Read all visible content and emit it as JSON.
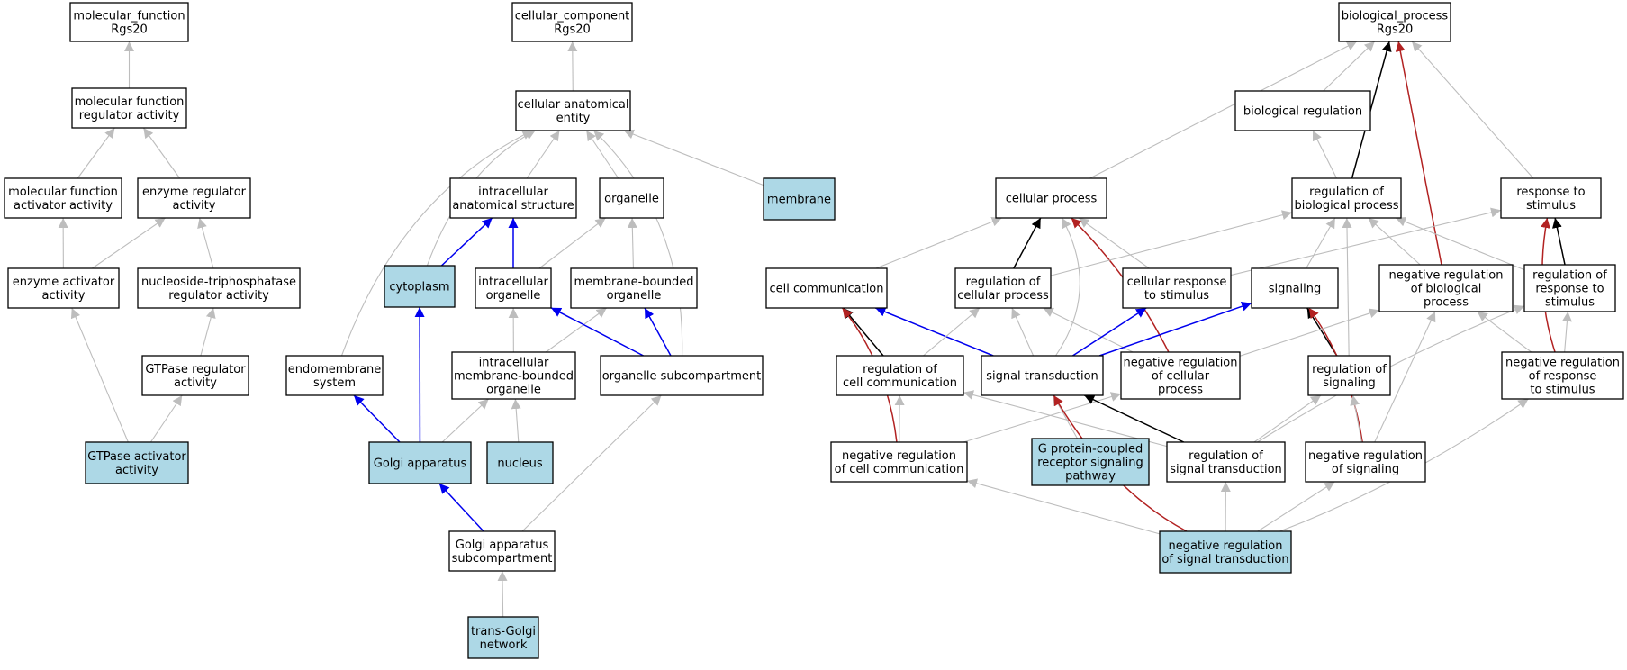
{
  "colors": {
    "background": "#ffffff",
    "node_border": "#000000",
    "highlight_fill": "#add8e6",
    "edge_gray": "#bdbdbd",
    "edge_black": "#000000",
    "edge_blue": "#0000ee",
    "edge_red": "#b22222"
  },
  "nodes": [
    {
      "id": "mf_root",
      "lines": [
        "molecular_function",
        "Rgs20"
      ],
      "highlight": false
    },
    {
      "id": "mf_reg",
      "lines": [
        "molecular function",
        "regulator activity"
      ],
      "highlight": false
    },
    {
      "id": "mf_act",
      "lines": [
        "molecular function",
        "activator activity"
      ],
      "highlight": false
    },
    {
      "id": "enz_reg",
      "lines": [
        "enzyme regulator",
        "activity"
      ],
      "highlight": false
    },
    {
      "id": "enz_act",
      "lines": [
        "enzyme activator",
        "activity"
      ],
      "highlight": false
    },
    {
      "id": "ntp_reg",
      "lines": [
        "nucleoside-triphosphatase",
        "regulator activity"
      ],
      "highlight": false
    },
    {
      "id": "gtp_reg",
      "lines": [
        "GTPase regulator",
        "activity"
      ],
      "highlight": false
    },
    {
      "id": "gtp_act",
      "lines": [
        "GTPase activator",
        "activity"
      ],
      "highlight": true
    },
    {
      "id": "cc_root",
      "lines": [
        "cellular_component",
        "Rgs20"
      ],
      "highlight": false
    },
    {
      "id": "cae",
      "lines": [
        "cellular anatomical",
        "entity"
      ],
      "highlight": false
    },
    {
      "id": "ias",
      "lines": [
        "intracellular",
        "anatomical structure"
      ],
      "highlight": false
    },
    {
      "id": "organelle",
      "lines": [
        "organelle"
      ],
      "highlight": false
    },
    {
      "id": "membrane",
      "lines": [
        "membrane"
      ],
      "highlight": true
    },
    {
      "id": "cytoplasm",
      "lines": [
        "cytoplasm"
      ],
      "highlight": true
    },
    {
      "id": "ic_org",
      "lines": [
        "intracellular",
        "organelle"
      ],
      "highlight": false
    },
    {
      "id": "mb_org",
      "lines": [
        "membrane-bounded",
        "organelle"
      ],
      "highlight": false
    },
    {
      "id": "endo",
      "lines": [
        "endomembrane",
        "system"
      ],
      "highlight": false
    },
    {
      "id": "imbo",
      "lines": [
        "intracellular",
        "membrane-bounded",
        "organelle"
      ],
      "highlight": false
    },
    {
      "id": "org_sub",
      "lines": [
        "organelle subcompartment"
      ],
      "highlight": false
    },
    {
      "id": "golgi",
      "lines": [
        "Golgi apparatus"
      ],
      "highlight": true
    },
    {
      "id": "nucleus",
      "lines": [
        "nucleus"
      ],
      "highlight": true
    },
    {
      "id": "golgi_sub",
      "lines": [
        "Golgi apparatus",
        "subcompartment"
      ],
      "highlight": false
    },
    {
      "id": "tgn",
      "lines": [
        "trans-Golgi",
        "network"
      ],
      "highlight": true
    },
    {
      "id": "bp_root",
      "lines": [
        "biological_process",
        "Rgs20"
      ],
      "highlight": false
    },
    {
      "id": "bio_reg",
      "lines": [
        "biological regulation"
      ],
      "highlight": false
    },
    {
      "id": "cell_proc",
      "lines": [
        "cellular process"
      ],
      "highlight": false
    },
    {
      "id": "reg_bp",
      "lines": [
        "regulation of",
        "biological process"
      ],
      "highlight": false
    },
    {
      "id": "resp_stim",
      "lines": [
        "response to",
        "stimulus"
      ],
      "highlight": false
    },
    {
      "id": "cell_comm",
      "lines": [
        "cell communication"
      ],
      "highlight": false
    },
    {
      "id": "reg_cp",
      "lines": [
        "regulation of",
        "cellular process"
      ],
      "highlight": false
    },
    {
      "id": "cell_resp",
      "lines": [
        "cellular response",
        "to stimulus"
      ],
      "highlight": false
    },
    {
      "id": "signaling",
      "lines": [
        "signaling"
      ],
      "highlight": false
    },
    {
      "id": "neg_reg_bp",
      "lines": [
        "negative regulation",
        "of biological",
        "process"
      ],
      "highlight": false
    },
    {
      "id": "reg_resp",
      "lines": [
        "regulation of",
        "response to",
        "stimulus"
      ],
      "highlight": false
    },
    {
      "id": "reg_cc",
      "lines": [
        "regulation of",
        "cell communication"
      ],
      "highlight": false
    },
    {
      "id": "sig_trans",
      "lines": [
        "signal transduction"
      ],
      "highlight": false
    },
    {
      "id": "neg_reg_cp",
      "lines": [
        "negative regulation",
        "of cellular",
        "process"
      ],
      "highlight": false
    },
    {
      "id": "reg_sig",
      "lines": [
        "regulation of",
        "signaling"
      ],
      "highlight": false
    },
    {
      "id": "neg_reg_resp",
      "lines": [
        "negative regulation",
        "of response",
        "to stimulus"
      ],
      "highlight": false
    },
    {
      "id": "neg_reg_cc",
      "lines": [
        "negative regulation",
        "of cell communication"
      ],
      "highlight": false
    },
    {
      "id": "gpcr",
      "lines": [
        "G protein-coupled",
        "receptor signaling",
        "pathway"
      ],
      "highlight": true
    },
    {
      "id": "reg_st",
      "lines": [
        "regulation of",
        "signal transduction"
      ],
      "highlight": false
    },
    {
      "id": "neg_reg_sig",
      "lines": [
        "negative regulation",
        "of signaling"
      ],
      "highlight": false
    },
    {
      "id": "neg_reg_st",
      "lines": [
        "negative regulation",
        "of signal transduction"
      ],
      "highlight": true
    }
  ],
  "edges": [
    {
      "from": "mf_reg",
      "to": "mf_root",
      "color": "gray"
    },
    {
      "from": "mf_act",
      "to": "mf_reg",
      "color": "gray"
    },
    {
      "from": "enz_reg",
      "to": "mf_reg",
      "color": "gray"
    },
    {
      "from": "enz_act",
      "to": "mf_act",
      "color": "gray"
    },
    {
      "from": "enz_act",
      "to": "enz_reg",
      "color": "gray"
    },
    {
      "from": "ntp_reg",
      "to": "enz_reg",
      "color": "gray"
    },
    {
      "from": "gtp_reg",
      "to": "ntp_reg",
      "color": "gray"
    },
    {
      "from": "gtp_act",
      "to": "enz_act",
      "color": "gray"
    },
    {
      "from": "gtp_act",
      "to": "gtp_reg",
      "color": "gray"
    },
    {
      "from": "cae",
      "to": "cc_root",
      "color": "gray"
    },
    {
      "from": "ias",
      "to": "cae",
      "color": "gray"
    },
    {
      "from": "organelle",
      "to": "cae",
      "color": "gray"
    },
    {
      "from": "membrane",
      "to": "cae",
      "color": "gray"
    },
    {
      "from": "cytoplasm",
      "to": "cae",
      "color": "gray",
      "bend": -50
    },
    {
      "from": "endo",
      "to": "cae",
      "color": "gray",
      "bend": -80
    },
    {
      "from": "org_sub",
      "to": "cae",
      "color": "gray",
      "bend": 70
    },
    {
      "from": "cytoplasm",
      "to": "ias",
      "color": "blue"
    },
    {
      "from": "ic_org",
      "to": "ias",
      "color": "blue"
    },
    {
      "from": "ic_org",
      "to": "organelle",
      "color": "gray"
    },
    {
      "from": "mb_org",
      "to": "organelle",
      "color": "gray"
    },
    {
      "from": "imbo",
      "to": "ic_org",
      "color": "gray"
    },
    {
      "from": "imbo",
      "to": "mb_org",
      "color": "gray"
    },
    {
      "from": "org_sub",
      "to": "ic_org",
      "color": "blue"
    },
    {
      "from": "org_sub",
      "to": "mb_org",
      "color": "blue"
    },
    {
      "from": "golgi",
      "to": "cytoplasm",
      "color": "blue"
    },
    {
      "from": "golgi",
      "to": "endo",
      "color": "blue"
    },
    {
      "from": "golgi",
      "to": "imbo",
      "color": "gray"
    },
    {
      "from": "nucleus",
      "to": "imbo",
      "color": "gray"
    },
    {
      "from": "golgi_sub",
      "to": "golgi",
      "color": "blue"
    },
    {
      "from": "golgi_sub",
      "to": "org_sub",
      "color": "gray"
    },
    {
      "from": "tgn",
      "to": "golgi_sub",
      "color": "gray"
    },
    {
      "from": "bio_reg",
      "to": "bp_root",
      "color": "gray"
    },
    {
      "from": "cell_proc",
      "to": "bp_root",
      "color": "gray"
    },
    {
      "from": "reg_bp",
      "to": "bp_root",
      "color": "black"
    },
    {
      "from": "resp_stim",
      "to": "bp_root",
      "color": "gray"
    },
    {
      "from": "neg_reg_bp",
      "to": "bp_root",
      "color": "red"
    },
    {
      "from": "reg_bp",
      "to": "bio_reg",
      "color": "gray"
    },
    {
      "from": "cell_comm",
      "to": "cell_proc",
      "color": "gray"
    },
    {
      "from": "reg_cp",
      "to": "cell_proc",
      "color": "black"
    },
    {
      "from": "cell_resp",
      "to": "cell_proc",
      "color": "gray"
    },
    {
      "from": "neg_reg_cp",
      "to": "cell_proc",
      "color": "red",
      "bend": 20
    },
    {
      "from": "sig_trans",
      "to": "cell_proc",
      "color": "gray",
      "bend": 60
    },
    {
      "from": "reg_cp",
      "to": "reg_bp",
      "color": "gray"
    },
    {
      "from": "signaling",
      "to": "reg_bp",
      "color": "gray"
    },
    {
      "from": "neg_reg_bp",
      "to": "reg_bp",
      "color": "gray"
    },
    {
      "from": "reg_resp",
      "to": "reg_bp",
      "color": "gray"
    },
    {
      "from": "reg_sig",
      "to": "reg_bp",
      "color": "gray"
    },
    {
      "from": "cell_resp",
      "to": "resp_stim",
      "color": "gray"
    },
    {
      "from": "reg_resp",
      "to": "resp_stim",
      "color": "black"
    },
    {
      "from": "neg_reg_resp",
      "to": "resp_stim",
      "color": "red",
      "bend": -25
    },
    {
      "from": "reg_cc",
      "to": "cell_comm",
      "color": "black"
    },
    {
      "from": "sig_trans",
      "to": "cell_comm",
      "color": "blue"
    },
    {
      "from": "neg_reg_cc",
      "to": "cell_comm",
      "color": "red",
      "bend": 30
    },
    {
      "from": "reg_cc",
      "to": "reg_cp",
      "color": "gray"
    },
    {
      "from": "sig_trans",
      "to": "reg_cp",
      "color": "gray"
    },
    {
      "from": "neg_reg_cp",
      "to": "reg_cp",
      "color": "gray"
    },
    {
      "from": "sig_trans",
      "to": "cell_resp",
      "color": "blue"
    },
    {
      "from": "sig_trans",
      "to": "signaling",
      "color": "blue"
    },
    {
      "from": "reg_sig",
      "to": "signaling",
      "color": "black"
    },
    {
      "from": "neg_reg_sig",
      "to": "signaling",
      "color": "red",
      "bend": 25
    },
    {
      "from": "neg_reg_cp",
      "to": "neg_reg_bp",
      "color": "gray"
    },
    {
      "from": "neg_reg_resp",
      "to": "neg_reg_bp",
      "color": "gray"
    },
    {
      "from": "neg_reg_sig",
      "to": "neg_reg_bp",
      "color": "gray"
    },
    {
      "from": "neg_reg_resp",
      "to": "reg_resp",
      "color": "gray"
    },
    {
      "from": "reg_st",
      "to": "reg_resp",
      "color": "gray",
      "bend": -20
    },
    {
      "from": "neg_reg_cc",
      "to": "reg_cc",
      "color": "gray"
    },
    {
      "from": "neg_reg_cc",
      "to": "neg_reg_cp",
      "color": "gray"
    },
    {
      "from": "reg_st",
      "to": "reg_cc",
      "color": "gray"
    },
    {
      "from": "gpcr",
      "to": "sig_trans",
      "color": "gray"
    },
    {
      "from": "reg_st",
      "to": "sig_trans",
      "color": "black"
    },
    {
      "from": "reg_st",
      "to": "reg_sig",
      "color": "gray"
    },
    {
      "from": "neg_reg_sig",
      "to": "reg_sig",
      "color": "gray"
    },
    {
      "from": "neg_reg_st",
      "to": "neg_reg_cc",
      "color": "gray"
    },
    {
      "from": "neg_reg_st",
      "to": "reg_st",
      "color": "gray"
    },
    {
      "from": "neg_reg_st",
      "to": "neg_reg_sig",
      "color": "gray"
    },
    {
      "from": "neg_reg_st",
      "to": "neg_reg_resp",
      "color": "gray",
      "bend": 25
    },
    {
      "from": "neg_reg_st",
      "to": "sig_trans",
      "color": "red",
      "bend": -40
    }
  ]
}
